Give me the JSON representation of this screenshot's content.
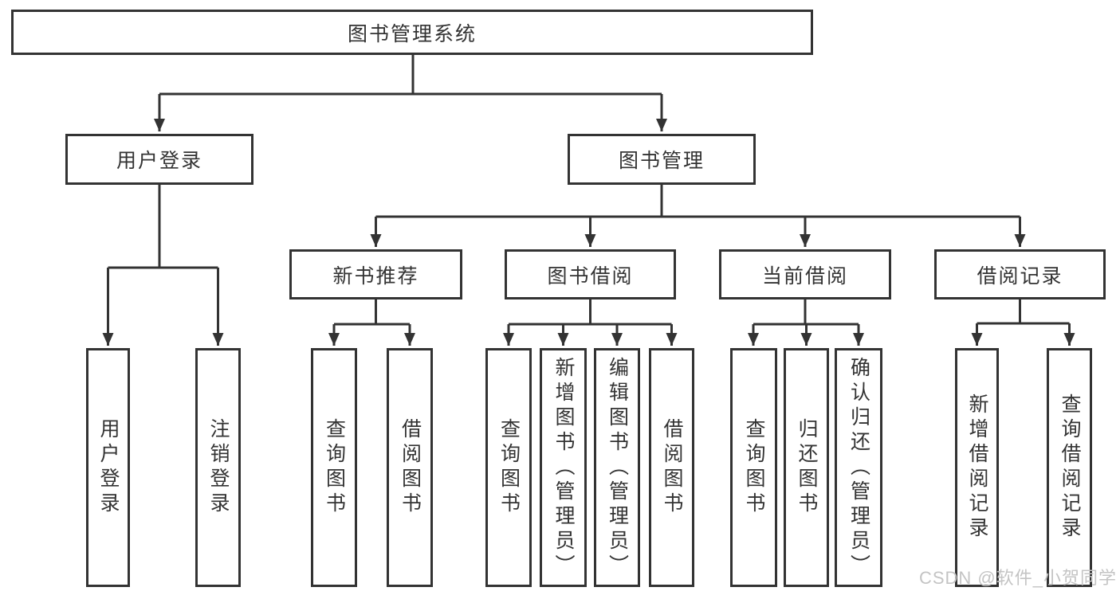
{
  "diagram": {
    "background": "#ffffff",
    "line_color": "#333333",
    "text_color": "#333333",
    "tree": {
      "label": "图书管理系统",
      "children": [
        {
          "label": "用户登录",
          "children": [
            {
              "label": "用户登录"
            },
            {
              "label": "注销登录"
            }
          ]
        },
        {
          "label": "图书管理",
          "children": [
            {
              "label": "新书推荐",
              "children": [
                {
                  "label": "查询图书"
                },
                {
                  "label": "借阅图书"
                }
              ]
            },
            {
              "label": "图书借阅",
              "children": [
                {
                  "label": "查询图书"
                },
                {
                  "label": "新增图书（管理员）"
                },
                {
                  "label": "编辑图书（管理员）"
                },
                {
                  "label": "借阅图书"
                }
              ]
            },
            {
              "label": "当前借阅",
              "children": [
                {
                  "label": "查询图书"
                },
                {
                  "label": "归还图书"
                },
                {
                  "label": "确认归还（管理员）"
                }
              ]
            },
            {
              "label": "借阅记录",
              "children": [
                {
                  "label": "新增借阅记录"
                },
                {
                  "label": "查询借阅记录"
                }
              ]
            }
          ]
        }
      ]
    }
  },
  "watermark": {
    "text": "CSDN @软件_小贺同学",
    "color": "#c4c4c4"
  }
}
